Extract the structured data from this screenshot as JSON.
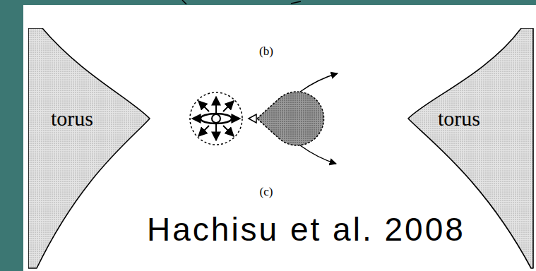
{
  "diagram": {
    "nodes": [
      {
        "text": [
          "torus"
        ]
      },
      {
        "text": [
          "torus"
        ]
      }
    ],
    "labels": [
      "(b)",
      "(c)",
      "Hachisu et al. 2008"
    ]
  }
}
